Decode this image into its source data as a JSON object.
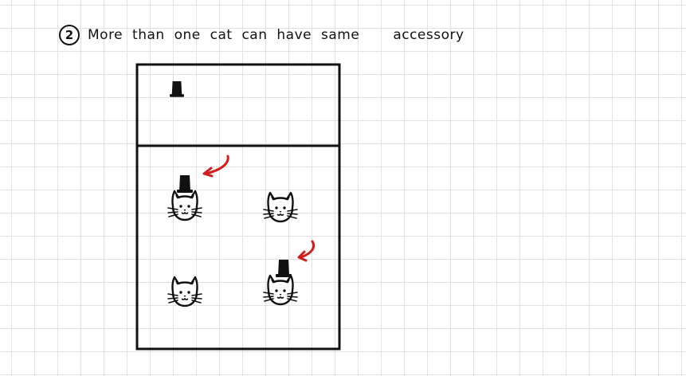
{
  "step": {
    "number": "2",
    "text_main": "More than one cat can have same",
    "text_end": "accessory"
  },
  "colors": {
    "ink": "#111111",
    "arrow": "#d31d1d",
    "grid": "#e2e2e2"
  },
  "icons": {
    "top_hat": "top-hat-icon",
    "cat": "cat-face-icon",
    "arrow": "curved-arrow-icon"
  }
}
